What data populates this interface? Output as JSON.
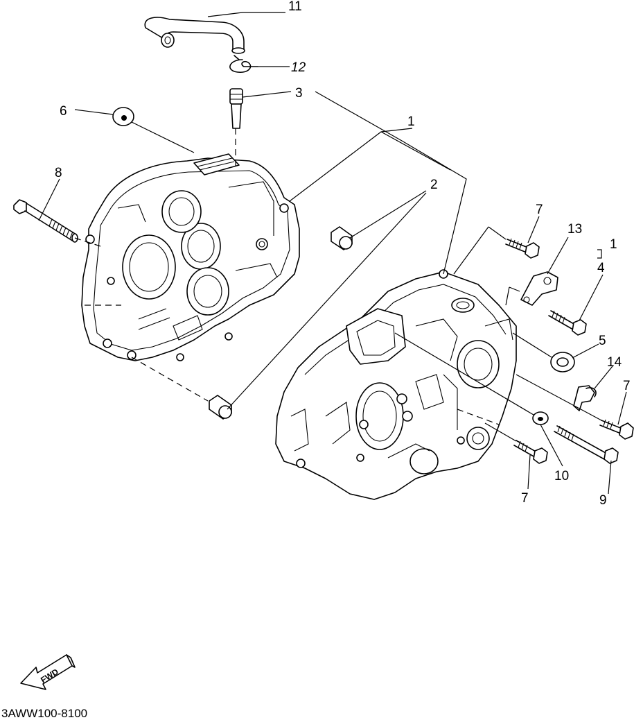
{
  "labels": {
    "p1": "1",
    "p1b": "1",
    "p2": "2",
    "p3": "3",
    "p4": "4",
    "p5": "5",
    "p6": "6",
    "p7a": "7",
    "p7b": "7",
    "p7c": "7",
    "p8": "8",
    "p9": "9",
    "p10": "10",
    "p11": "11",
    "p12": "12",
    "p13": "13",
    "p14": "14"
  },
  "footer": {
    "code": "3AWW100-8100",
    "fwd": "FWD"
  }
}
